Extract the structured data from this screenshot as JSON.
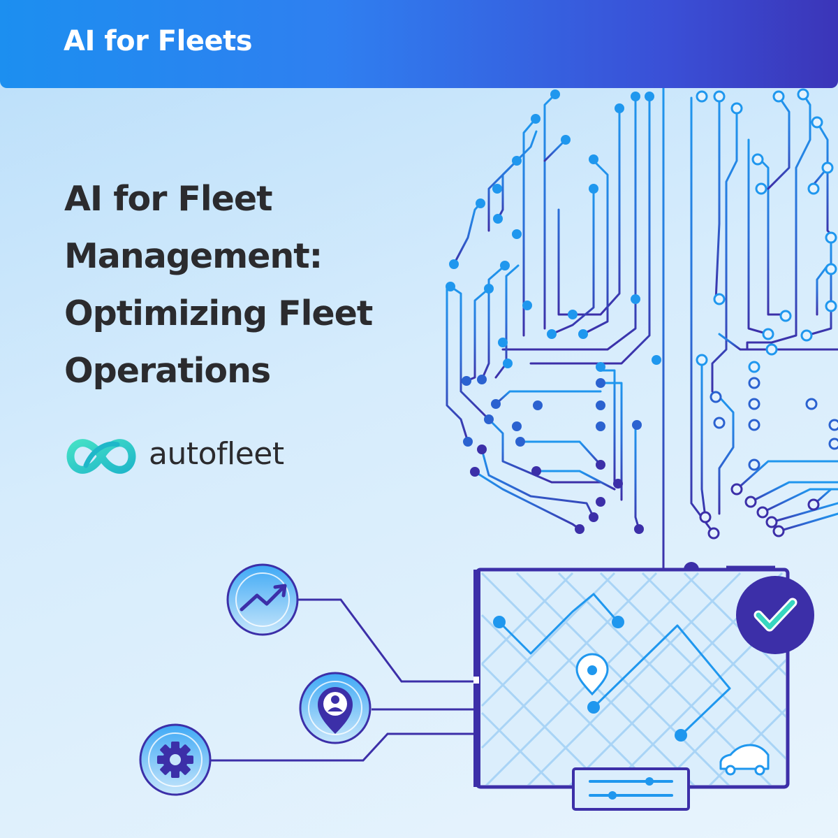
{
  "banner": {
    "title": "AI for Fleets"
  },
  "headline": {
    "lines": [
      "AI for Fleet",
      "Management:",
      "Optimizing Fleet",
      "Operations"
    ]
  },
  "brand": {
    "name": "autofleet",
    "logo_icon": "infinity-loop-logo-icon"
  },
  "icons": {
    "trend": "trend-up-icon",
    "location": "location-person-icon",
    "settings": "gear-icon",
    "check": "checkmark-icon",
    "car": "car-icon",
    "pin": "map-pin-icon",
    "sliders": "sliders-icon"
  },
  "colors": {
    "banner_start": "#1c8ff0",
    "banner_end": "#3b35b8",
    "circuit_blue": "#1f8de8",
    "circuit_indigo": "#3c2fa8",
    "text_dark": "#2b2b2e",
    "logo_teal": "#38d6c0"
  }
}
